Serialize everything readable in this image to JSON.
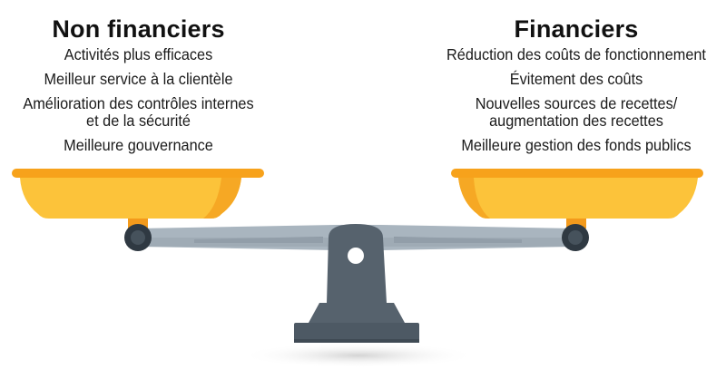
{
  "left_panel": {
    "title": "Non financiers",
    "items": [
      "Activités plus efficaces",
      "Meilleur service à la clientèle",
      "Amélioration des contrôles internes\net de la sécurité",
      "Meilleure gouvernance"
    ]
  },
  "right_panel": {
    "title": "Financiers",
    "items": [
      "Réduction des coûts de fonctionnement",
      "Évitement des coûts",
      "Nouvelles sources de recettes/\naugmentation des recettes",
      "Meilleure gestion des fonds publics"
    ]
  },
  "colors": {
    "pan_fill": "#fcc33a",
    "pan_rim": "#f7a21b",
    "beam": "#a7b3bd",
    "base": "#525f6a",
    "joint": "#2f3942"
  },
  "icons": {
    "scale": "balance-scale-icon"
  }
}
